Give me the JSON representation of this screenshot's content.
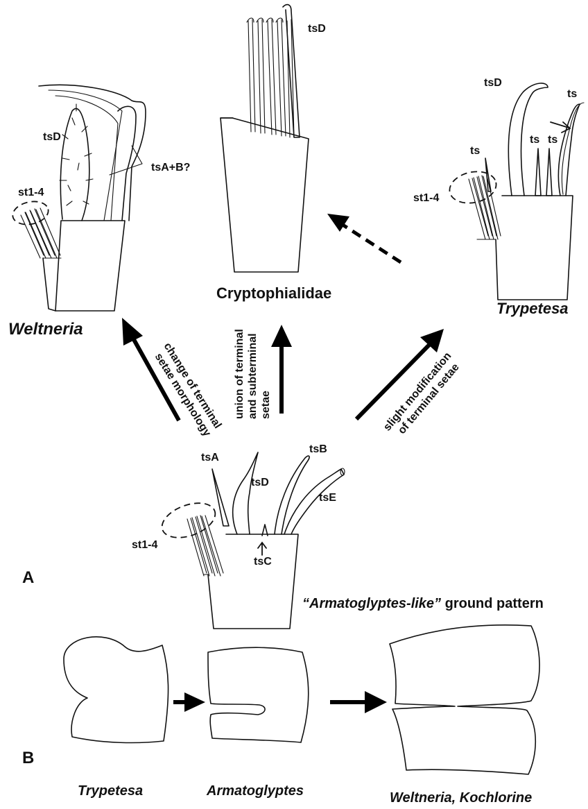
{
  "labels": {
    "weltneria_tsD": "tsD",
    "weltneria_st": "st1-4",
    "weltneria_tsAB": "tsA+B?",
    "weltneria_title": "Weltneria",
    "crypto_tsD": "tsD",
    "crypto_title": "Cryptophialidae",
    "trypetesa_tsD": "tsD",
    "trypetesa_ts_right": "ts",
    "trypetesa_ts_left": "ts",
    "trypetesa_ts_mid1": "ts",
    "trypetesa_ts_mid2": "ts",
    "trypetesa_st": "st1-4",
    "trypetesa_title": "Trypetesa",
    "arrow_left_line1": "change of terminal",
    "arrow_left_line2": "setae morphology",
    "arrow_mid_line1": "union of terminal",
    "arrow_mid_line2": "and subterminal",
    "arrow_mid_line3": "setae",
    "arrow_right_line1": "slight modification",
    "arrow_right_line2": "of terminal setae",
    "ground_tsA": "tsA",
    "ground_tsD": "tsD",
    "ground_tsB": "tsB",
    "ground_tsE": "tsE",
    "ground_tsC": "tsC",
    "ground_st": "st1-4",
    "ground_caption_italic": "“Armatoglyptes-like”",
    "ground_caption_rest": " ground pattern",
    "panel_A": "A",
    "panel_B": "B",
    "b_trypetesa": "Trypetesa",
    "b_armatoglyptes": "Armatoglyptes",
    "b_weltneria": "Weltneria, Kochlorine"
  }
}
